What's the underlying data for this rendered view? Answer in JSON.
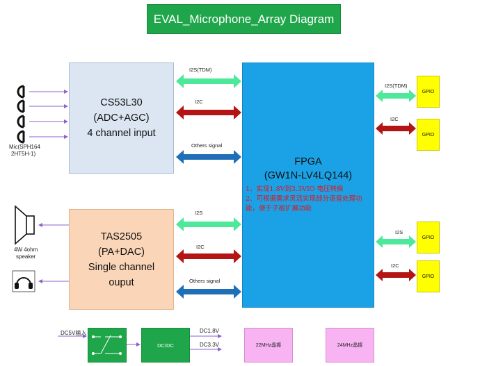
{
  "title": "EVAL_Microphone_Array Diagram",
  "cs53l30": {
    "line1": "CS53L30",
    "line2": "(ADC+AGC)",
    "line3": "4 channel input"
  },
  "tas2505": {
    "line1": "TAS2505",
    "line2": "(PA+DAC)",
    "line3": "Single channel",
    "line4": "ouput"
  },
  "fpga": {
    "line1": "FPGA",
    "line2": "(GW1N-LV4LQ144)",
    "note1": "1、实现1.8V到3.3VIO 电压转换",
    "note2": "2、可根据需求灵活实现部分语音处理功能，便于子板扩展功能"
  },
  "links": {
    "cs_i2s": "I2S(TDM)",
    "cs_i2c": "I2C",
    "cs_others": "Others signal",
    "tas_i2s": "I2S",
    "tas_i2c": "I2C",
    "tas_others": "Others signal",
    "gpio1": "I2S(TDM)",
    "gpio2": "I2C",
    "gpio3": "I2S",
    "gpio4": "I2C"
  },
  "gpio_label": "GPIO",
  "mic_label_1": "Mic(SPH164",
  "mic_label_2": "2HT5H-1)",
  "speaker_label_1": "4W 4ohm",
  "speaker_label_2": "speaker",
  "power": {
    "dc5v": "DC5V输入",
    "dcdc": "DC/DC",
    "dc18": "DC1.8V",
    "dc33": "DC3.3V"
  },
  "xtal1": "22MHz晶振",
  "xtal2": "24MHz晶振",
  "colors": {
    "green_arrow": "#4de89a",
    "red_arrow": "#b31414",
    "blue_arrow": "#1e6fb8",
    "purple_line": "#8f5fd0",
    "title_green": "#1fa64a",
    "fpga_blue": "#1ba2e6"
  }
}
